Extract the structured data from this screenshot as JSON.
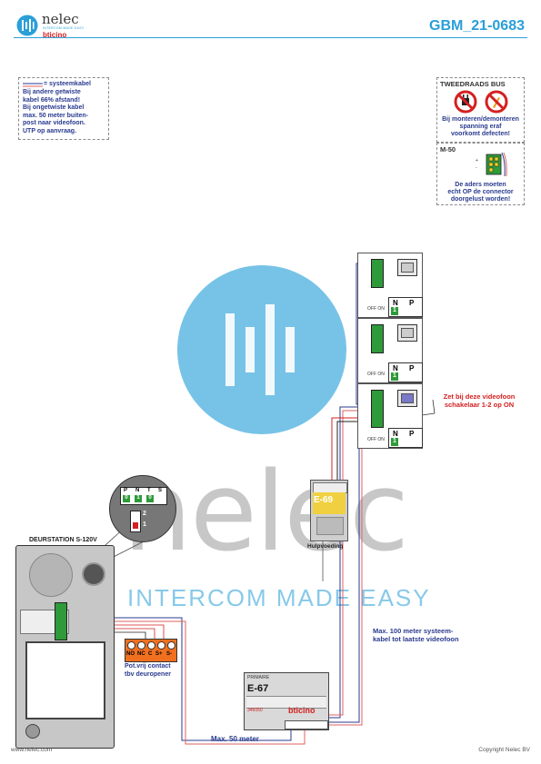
{
  "header": {
    "brand_name": "nelec",
    "brand_tagline": "INTERCOM MADE EASY",
    "partner_logo": "bticino",
    "doc_code": "GBM_21-0683"
  },
  "legend_note": {
    "cable_label": "= systeemkabel",
    "lines": [
      "Bij andere getwiste",
      "kabel 66% afstand!",
      "Bij ongetwiste kabel",
      "max. 50 meter buiten-",
      "post naar videofoon.",
      "UTP op aanvraag."
    ]
  },
  "warning_box": {
    "title": "TWEEDRAADS BUS",
    "text_lines": [
      "Bij monteren/demonteren",
      "spanning eraf",
      "voorkomt defecten!"
    ]
  },
  "m50_box": {
    "title": "M-50",
    "text_lines": [
      "De aders moeten",
      "echt OP de connector",
      "doorgelust worden!"
    ]
  },
  "watermark": {
    "word": "nelec",
    "tagline": "INTERCOM MADE EASY"
  },
  "videophones": [
    {
      "switch_label": "OFF ON",
      "n_label": "N",
      "p_label": "P",
      "n_value": "1"
    },
    {
      "switch_label": "OFF ON",
      "n_label": "N",
      "p_label": "P",
      "n_value": "1"
    },
    {
      "switch_label": "OFF ON",
      "n_label": "N",
      "p_label": "P",
      "n_value": "1"
    }
  ],
  "note_switch": [
    "Zet bij deze videofoon",
    "schakelaar 1-2 op ON"
  ],
  "psu": {
    "model": "E-69",
    "caption": "Hulpvoeding"
  },
  "door_station": {
    "title": "DEURSTATION S-120V",
    "detail_labels": [
      "P",
      "N",
      "T",
      "S"
    ],
    "detail_values": [
      "0",
      "1",
      "0"
    ],
    "switch_labels": [
      "2",
      "1"
    ]
  },
  "relay_block": {
    "terminals": [
      "NO",
      "NC",
      "C",
      "S+",
      "S-"
    ],
    "caption": [
      "Pot.vrij contact",
      "tbv deuropener"
    ]
  },
  "controller": {
    "model": "E-67",
    "primary_label": "PRIMAIRE",
    "article": "346050",
    "brand": "bticino"
  },
  "distance_notes": {
    "max50": "Max. 50 meter",
    "max100": [
      "Max. 100 meter systeem-",
      "kabel tot laatste videofoon"
    ]
  },
  "footer": {
    "website": "www.nelec.com",
    "copyright": "Copyright Nelec BV"
  },
  "colors": {
    "accent_blue": "#2a9fd8",
    "text_blue": "#2a3b8f",
    "warning_red": "#d42020",
    "module_green": "#2e9a3a",
    "relay_orange": "#f07020"
  }
}
